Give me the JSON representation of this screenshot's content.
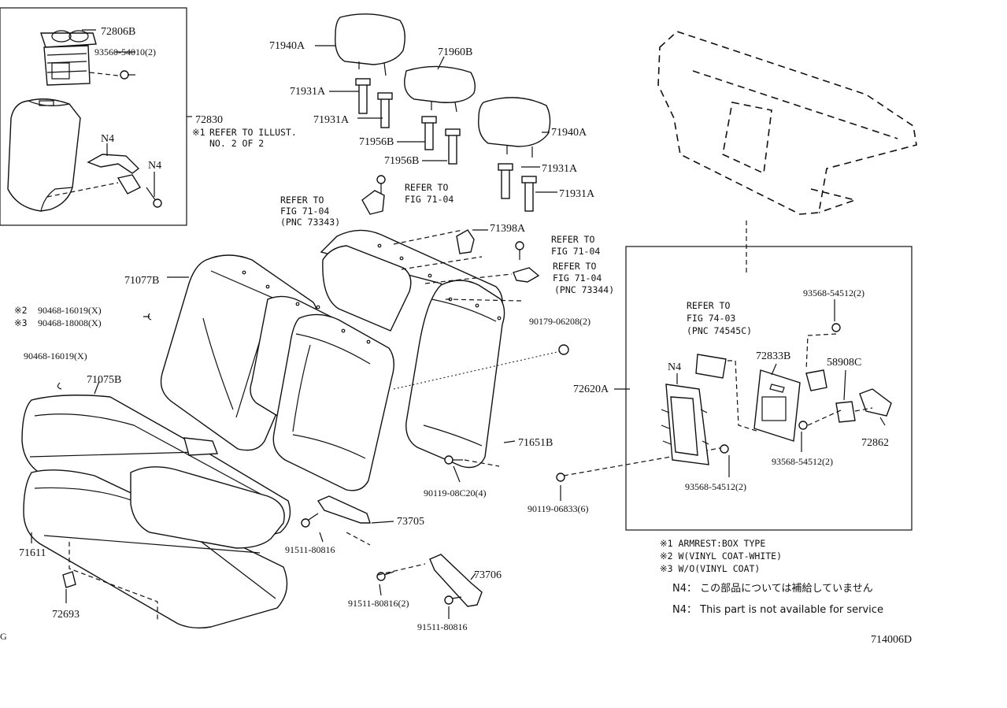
{
  "parts": {
    "p72806B": "72806B",
    "p93560": "93560-54010(2)",
    "p72830": "72830",
    "n4a": "N4",
    "n4b": "N4",
    "p71940A_1": "71940A",
    "p71960B": "71960B",
    "p71931A_1": "71931A",
    "p71931A_2": "71931A",
    "p71956B_1": "71956B",
    "p71956B_2": "71956B",
    "p71940A_2": "71940A",
    "p71931A_3": "71931A",
    "p71931A_4": "71931A",
    "p71398A": "71398A",
    "p71077B": "71077B",
    "p90468_x2": "90468-16019(X)",
    "p90468_x3": "90468-18008(X)",
    "p90468_b": "90468-16019(X)",
    "p71075B": "71075B",
    "p90179": "90179-06208(2)",
    "p72620A": "72620A",
    "p71651B": "71651B",
    "p90119a": "90119-08C20(4)",
    "p90119b": "90119-06833(6)",
    "p73705": "73705",
    "p91511a": "91511-80816",
    "p73706": "73706",
    "p91511b": "91511-80816(2)",
    "p91511c": "91511-80816",
    "p71611": "71611",
    "p72693": "72693",
    "p93568a": "93568-54512(2)",
    "p72833B": "72833B",
    "p58908C": "58908C",
    "n4c": "N4",
    "p93568b": "93568-54512(2)",
    "p72862": "72862",
    "p93568c": "93568-54512(2)"
  },
  "refs": {
    "r1_mark": "※1",
    "r1_l1": "REFER TO ILLUST.",
    "r1_l2": "NO. 2 OF 2",
    "mark2": "※2",
    "mark3": "※3",
    "refA_l1": "REFER TO",
    "refA_l2": "FIG 71-04",
    "refA_l3": "(PNC 73343)",
    "refB_l1": "REFER TO",
    "refB_l2": "FIG 71-04",
    "refC_l1": "REFER TO",
    "refC_l2": "FIG 71-04",
    "refD_l1": "REFER TO",
    "refD_l2": "FIG 71-04",
    "refD_l3": "(PNC 73344)",
    "refE_l1": "REFER TO",
    "refE_l2": "FIG 74-03",
    "refE_l3": "(PNC 74545C)"
  },
  "notes": {
    "n1": "※1 ARMREST:BOX TYPE",
    "n2": "※2 W(VINYL COAT-WHITE)",
    "n3": "※3 W/O(VINYL COAT)",
    "n4_jp": "N4： この部品については補給していません",
    "n4_en": "N4： This part is not available for service",
    "diagram_id": "714006D",
    "edge_char": "G"
  }
}
